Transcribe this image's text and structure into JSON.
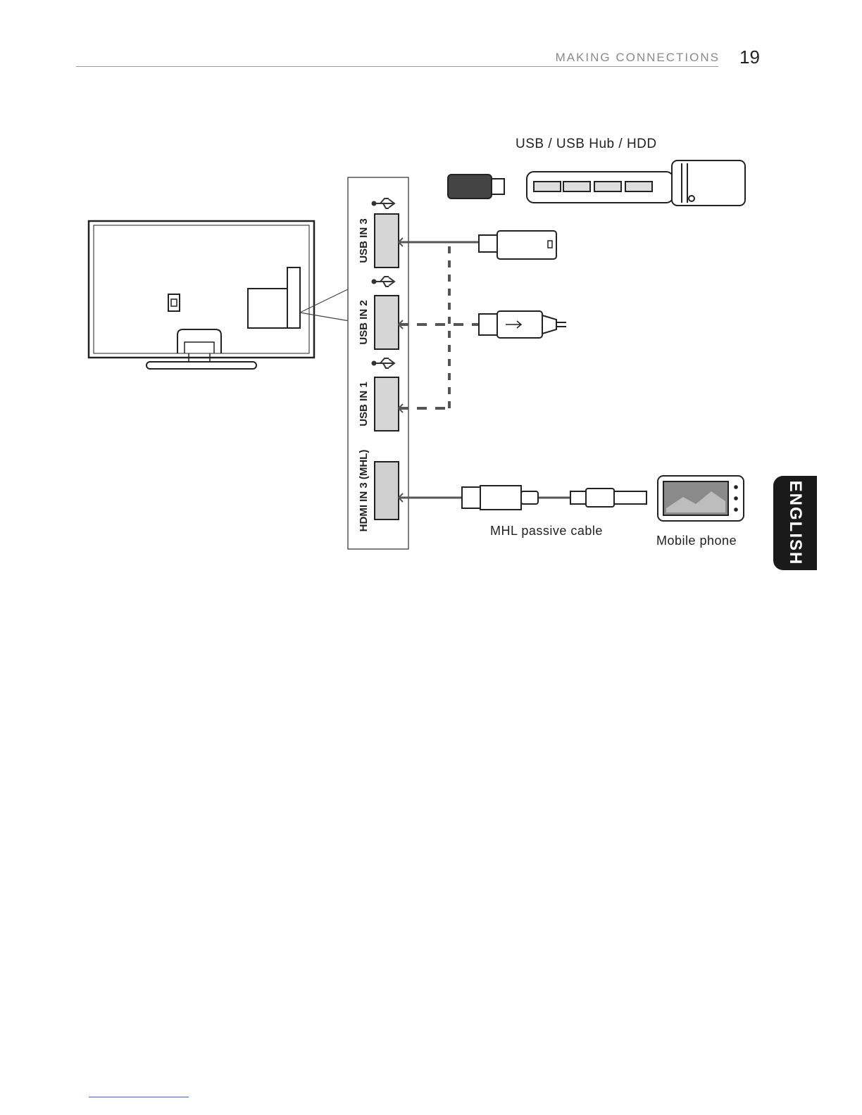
{
  "header": {
    "section_title": "MAKING CONNECTIONS",
    "page_number": "19"
  },
  "diagram": {
    "usb_devices_label": "USB / USB Hub / HDD",
    "ports": [
      {
        "label": "USB IN 3"
      },
      {
        "label": "USB IN 2"
      },
      {
        "label": "USB IN 1"
      },
      {
        "label": "HDMI IN 3 (MHL)"
      }
    ],
    "mhl_cable_label": "MHL passive cable",
    "mobile_phone_label": "Mobile phone"
  },
  "side_tab": {
    "language": "ENGLISH"
  }
}
